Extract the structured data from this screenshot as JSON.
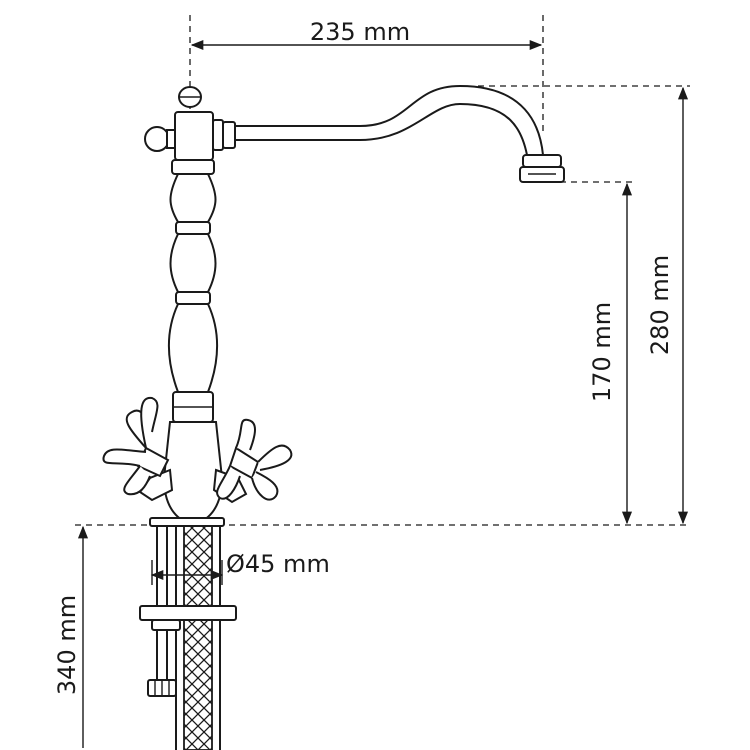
{
  "dimensions": {
    "spout_reach": "235 mm",
    "spout_clearance": "170 mm",
    "total_height": "280 mm",
    "base_diameter": "Ø45 mm",
    "hose_length": "340 mm"
  },
  "colors": {
    "line": "#1a1a1a",
    "background": "#ffffff"
  }
}
